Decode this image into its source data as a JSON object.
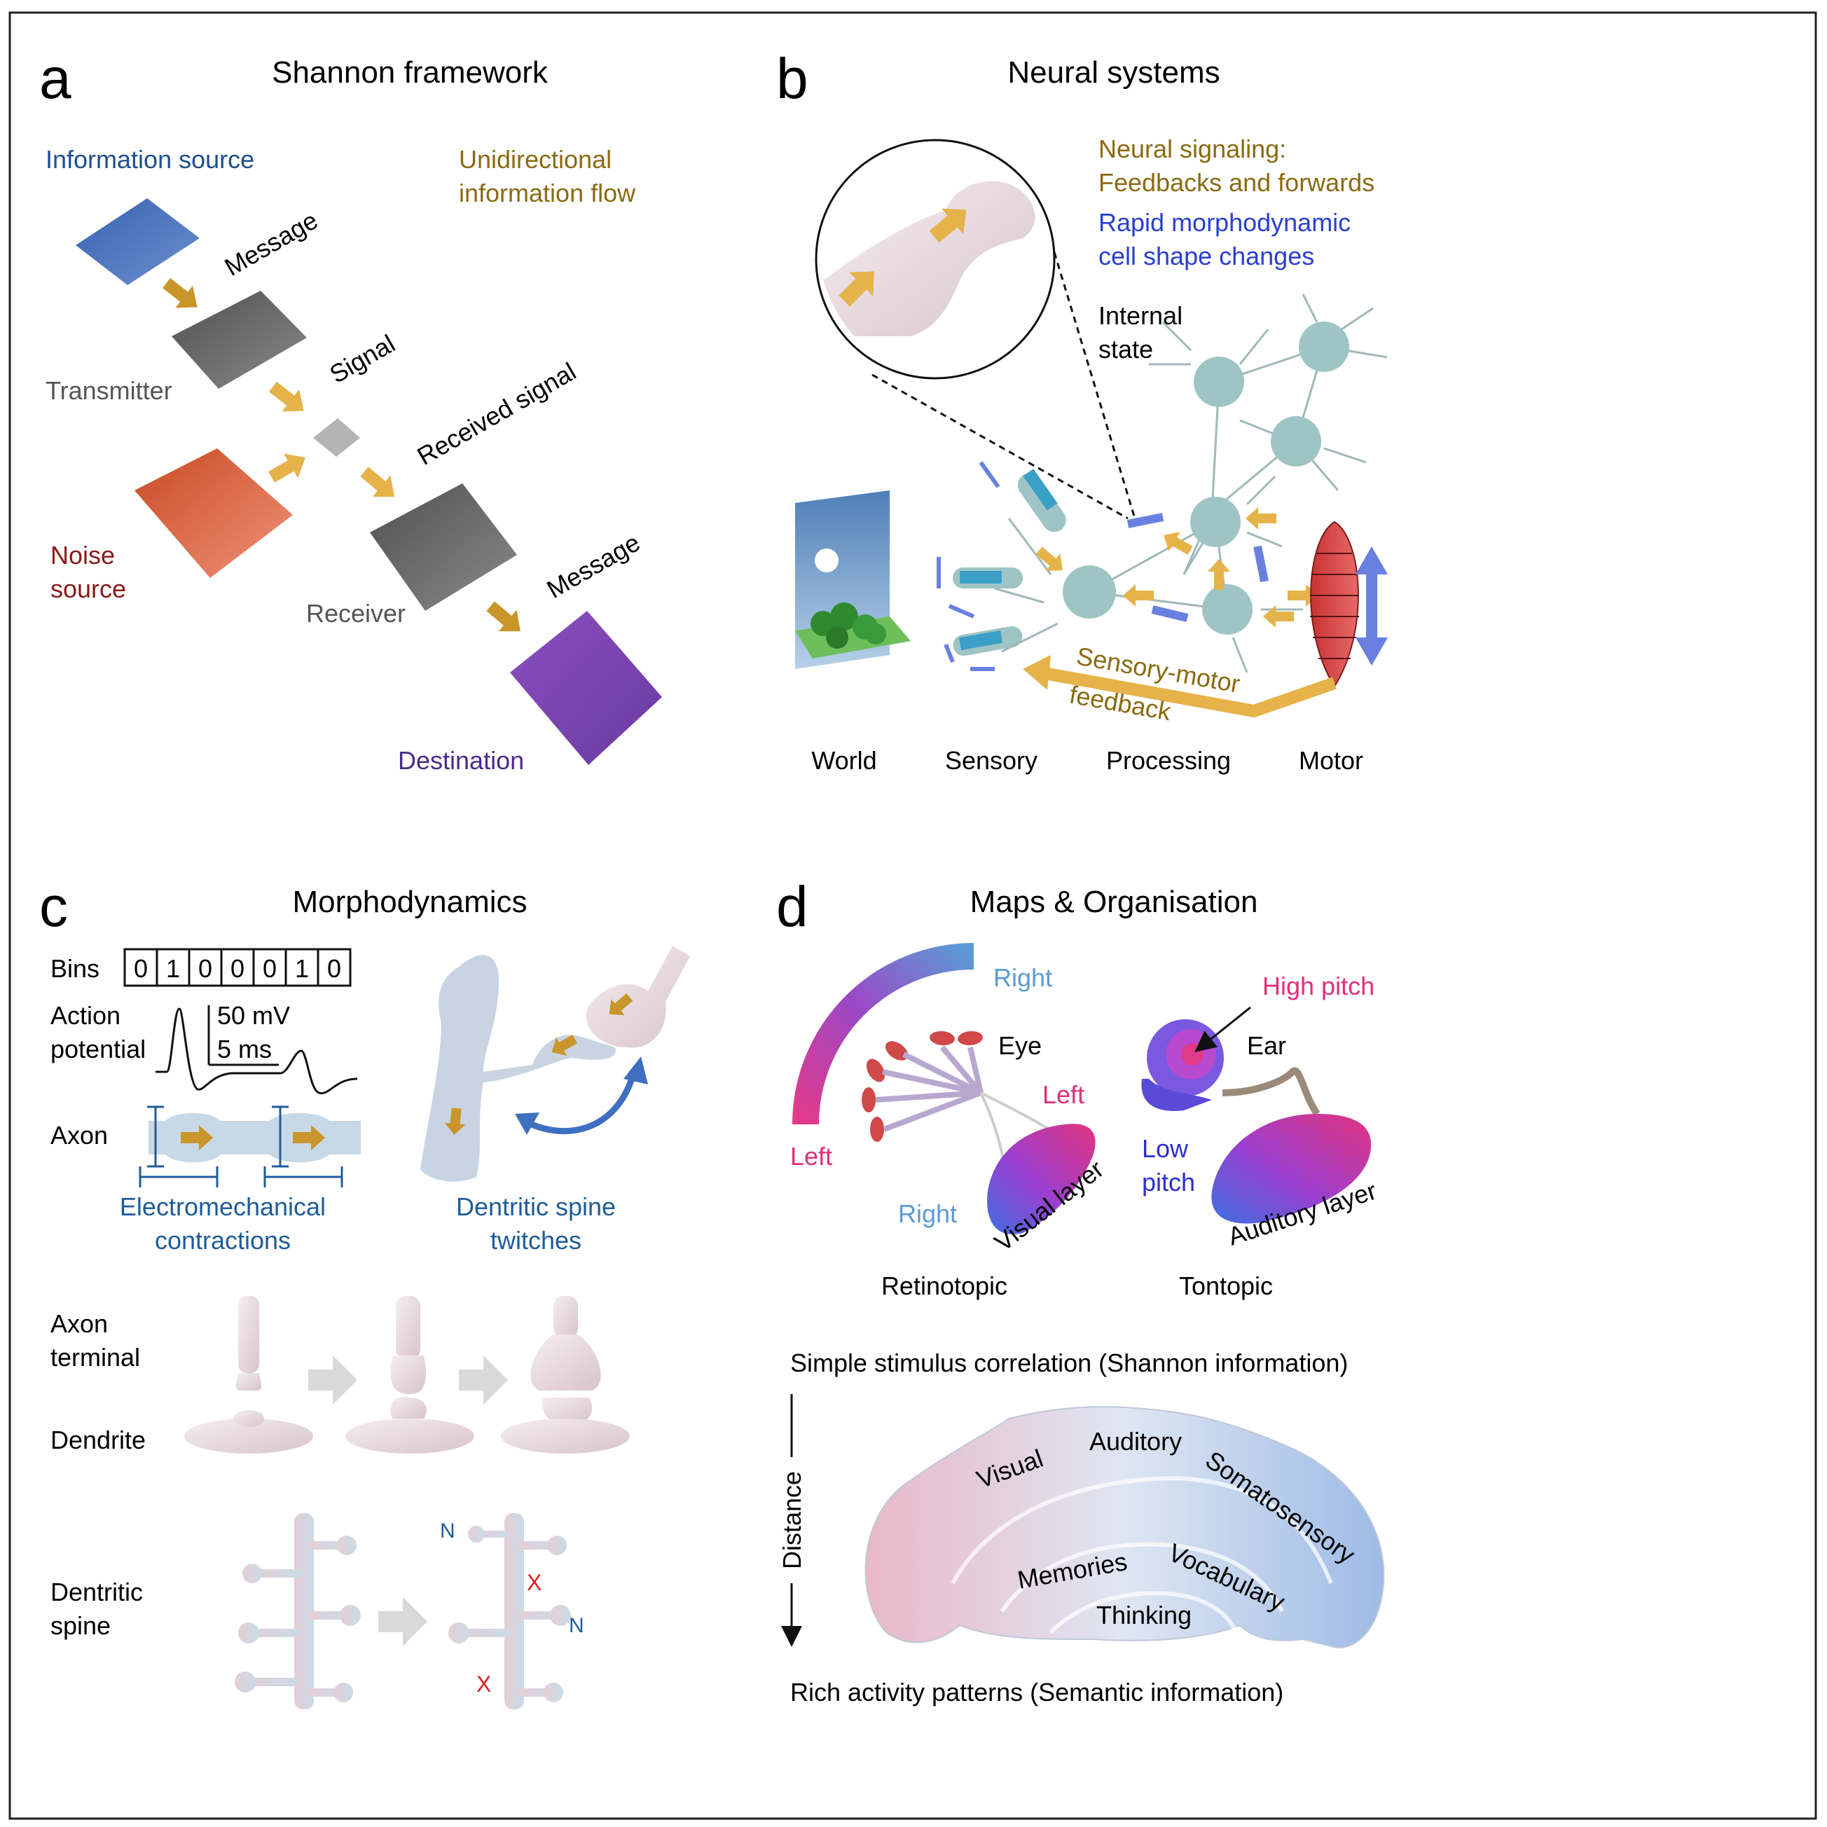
{
  "colors": {
    "frame": "#222222",
    "source_blue": "#1f4e8c",
    "flow_gold": "#8a6a12",
    "arrow_gold": "#e6b24a",
    "arrow_gold_dark": "#c8962a",
    "noise_red": "#8b1a1a",
    "destination_purple": "#4b2a8a",
    "rapid_blue": "#2a3fcf",
    "axon_label_blue": "#1f5c99",
    "pink": "#e0307a",
    "blue_light": "#5b9bd5",
    "low_pitch_blue": "#2a2fd0",
    "cross_red": "#e02020",
    "neuron_teal": "#9fc4c4",
    "gray_text": "#555555"
  },
  "panel_a": {
    "letter": "a",
    "title": "Shannon framework",
    "information_source": "Information source",
    "flow_note": [
      "Unidirectional",
      "information flow"
    ],
    "message_1": "Message",
    "transmitter": "Transmitter",
    "signal": "Signal",
    "received_signal": "Received signal",
    "noise_source": [
      "Noise",
      "source"
    ],
    "receiver": "Receiver",
    "message_2": "Message",
    "destination": "Destination"
  },
  "panel_b": {
    "letter": "b",
    "title": "Neural systems",
    "neural_signaling": [
      "Neural signaling:",
      "Feedbacks and forwards"
    ],
    "rapid": [
      "Rapid morphodynamic",
      "cell shape changes"
    ],
    "internal_state": [
      "Internal",
      "state"
    ],
    "feedback": [
      "Sensory-motor",
      "feedback"
    ],
    "stages": [
      "World",
      "Sensory",
      "Processing",
      "Motor"
    ]
  },
  "panel_c": {
    "letter": "c",
    "title": "Morphodynamics",
    "bins_label": "Bins",
    "bins": [
      "0",
      "1",
      "0",
      "0",
      "0",
      "1",
      "0"
    ],
    "action_potential": [
      "Action",
      "potential"
    ],
    "scale_mv": "50 mV",
    "scale_ms": "5 ms",
    "axon": "Axon",
    "electromechanical": [
      "Electromechanical",
      "contractions"
    ],
    "dendritic_spine_twitches": [
      "Dentritic spine",
      "twitches"
    ],
    "axon_terminal": [
      "Axon",
      "terminal"
    ],
    "dendrite": "Dendrite",
    "dendritic_spine": [
      "Dentritic",
      "spine"
    ],
    "new_marker": "N",
    "removed_marker": "X"
  },
  "panel_d": {
    "letter": "d",
    "title": "Maps & Organisation",
    "right_top": "Right",
    "left_arc": "Left",
    "eye": "Eye",
    "left_layer": "Left",
    "right_bottom": "Right",
    "visual_layer": "Visual layer",
    "retinotopic": "Retinotopic",
    "high_pitch": "High pitch",
    "ear": "Ear",
    "low_pitch": [
      "Low",
      "pitch"
    ],
    "auditory_layer": "Auditory layer",
    "tontopic": "Tontopic",
    "simple": "Simple stimulus correlation (Shannon information)",
    "distance": "Distance",
    "rich": "Rich activity patterns (Semantic information)",
    "regions": [
      "Visual",
      "Auditory",
      "Somatosensory",
      "Memories",
      "Vocabulary",
      "Thinking"
    ]
  }
}
